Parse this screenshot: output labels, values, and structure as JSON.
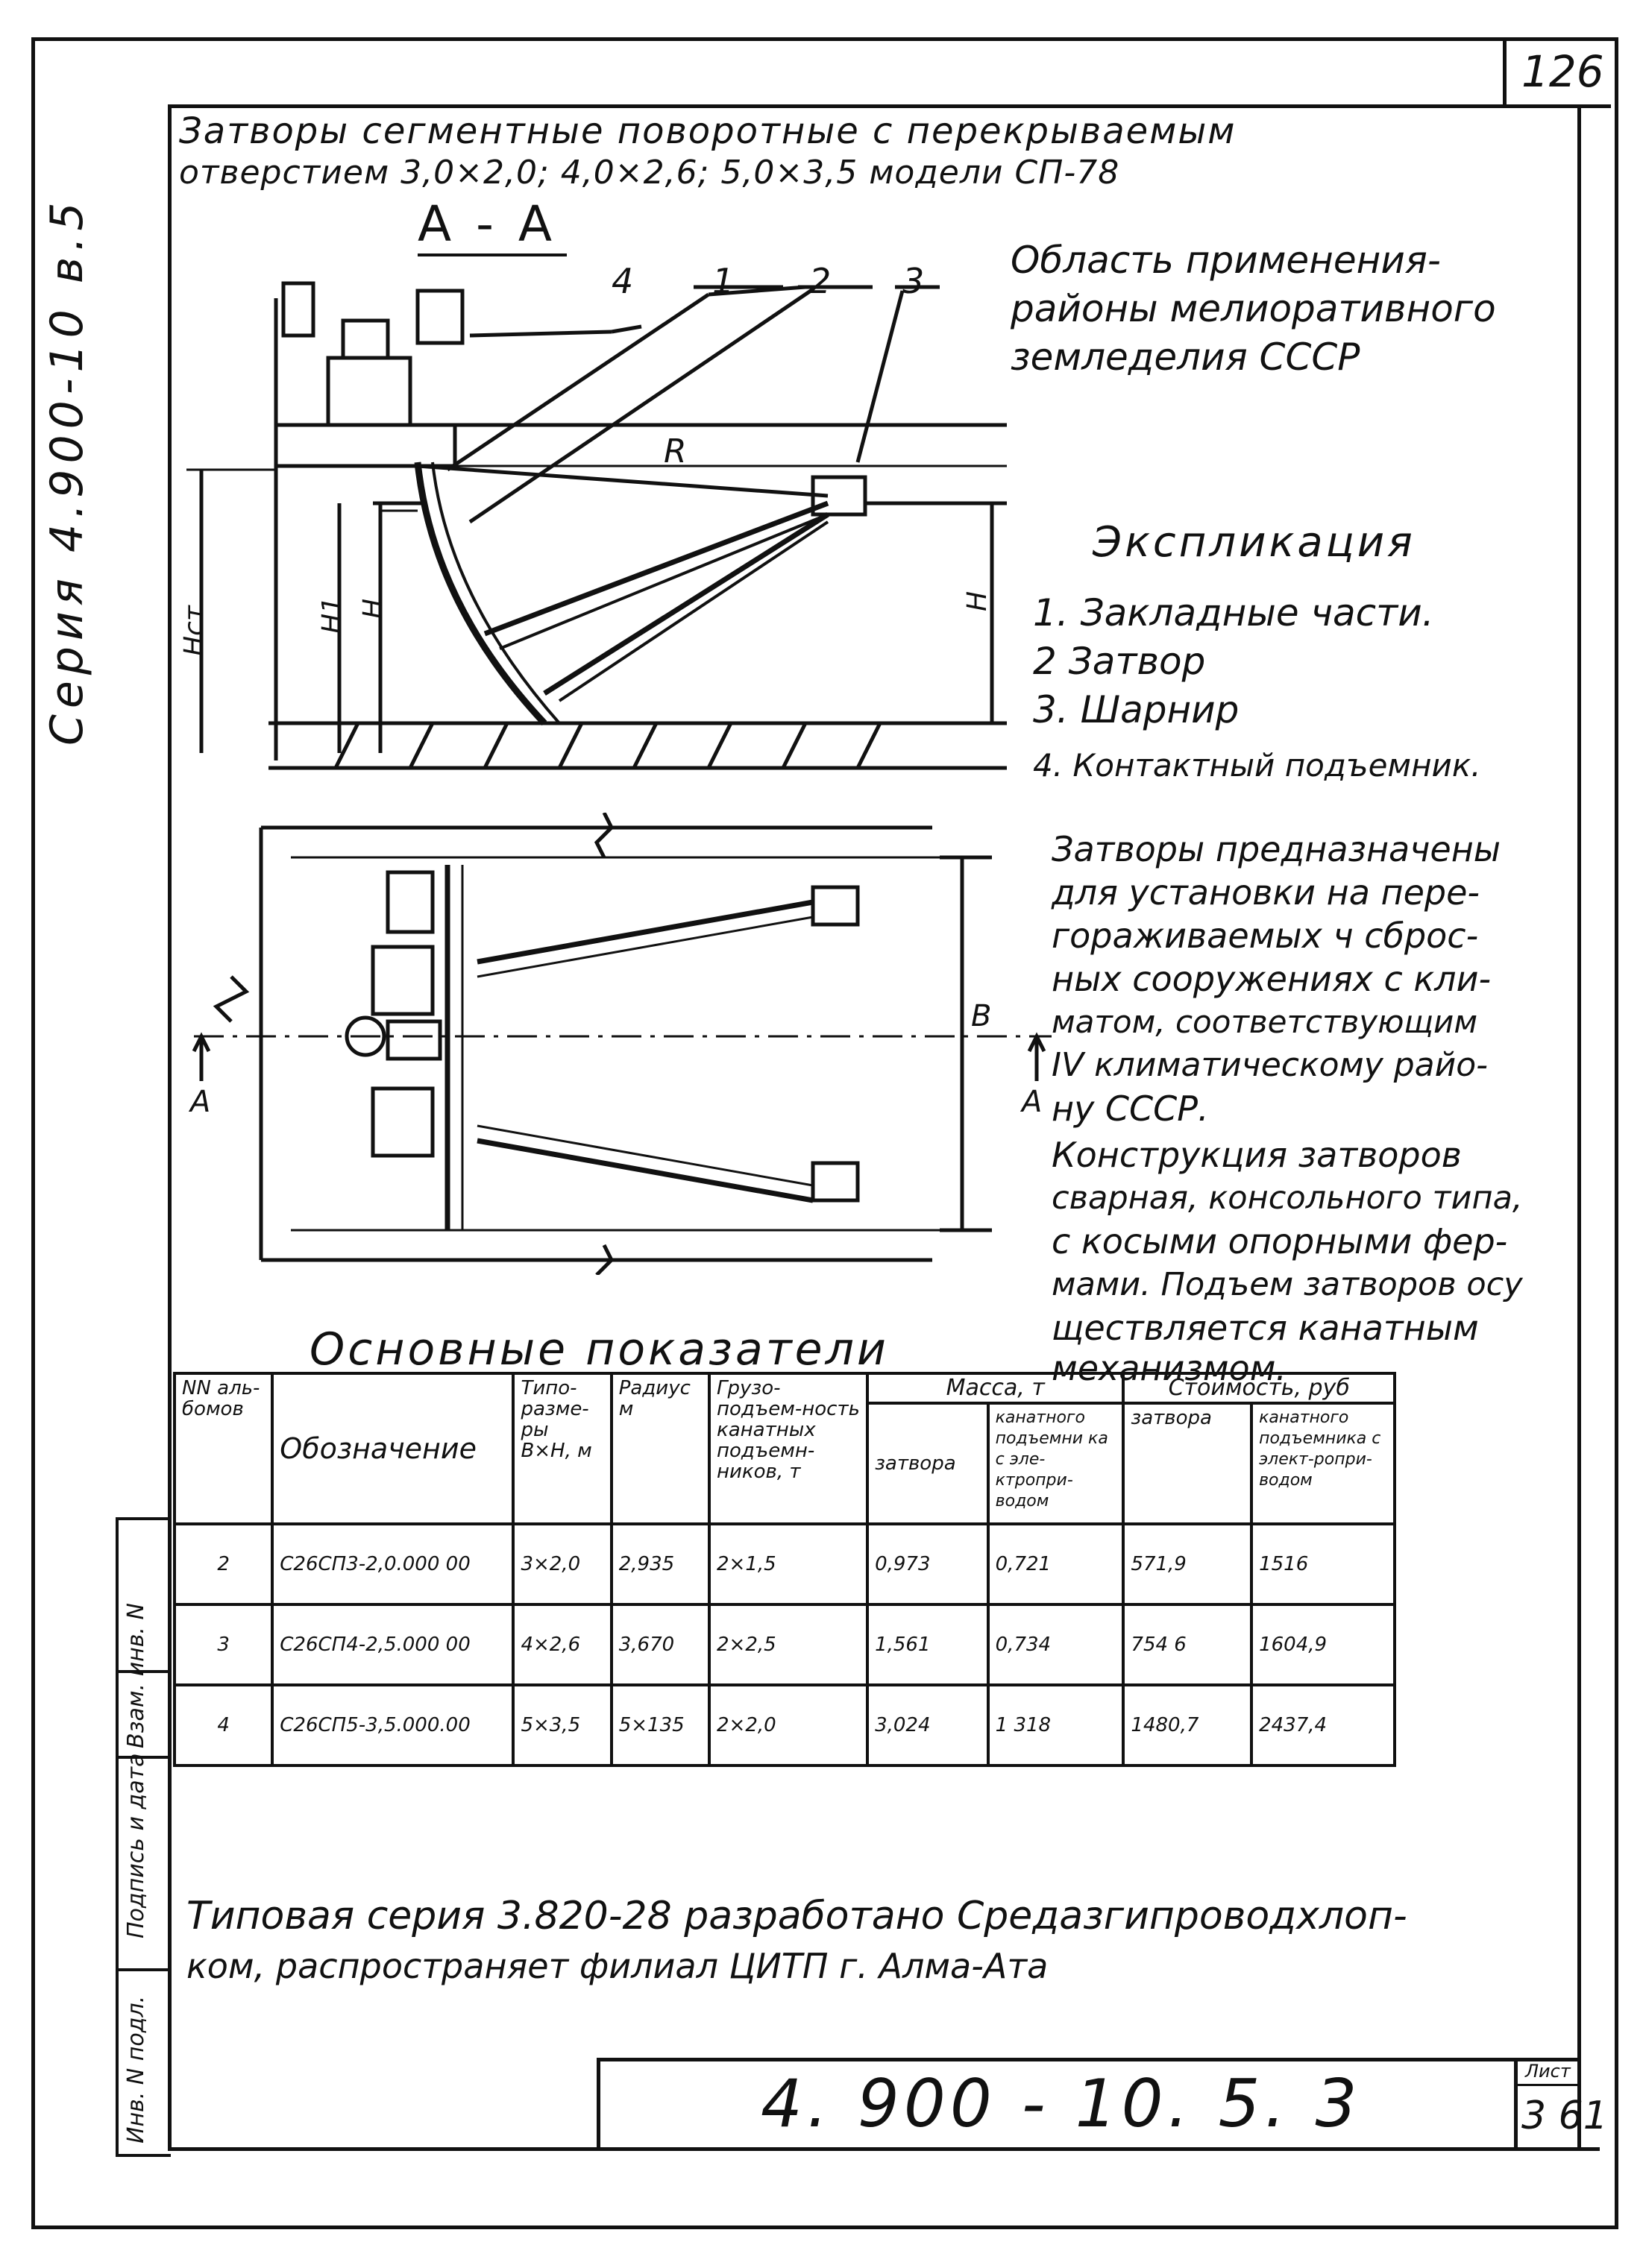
{
  "sheet_number_top": "126",
  "header": {
    "line1": "Затворы сегментные поворотные с перекрываемым",
    "line2": "отверстием 3,0×2,0; 4,0×2,6; 5,0×3,5 модели СП-78"
  },
  "section_label": "А - А",
  "series_side": "Серия 4.900-10 в.5",
  "callouts": [
    "4",
    "1",
    "2",
    "3"
  ],
  "drawing_labels": {
    "R": "R",
    "Hcm": "Нст",
    "H1": "Н1",
    "H": "Н",
    "H_right": "Н",
    "B": "В",
    "A_left": "А",
    "A_right": "А"
  },
  "application": [
    "Область применения-",
    "районы мелиоративного",
    "земледелия СССР"
  ],
  "explication": {
    "title": "Экспликация",
    "items": [
      "1. Закладные части.",
      "2 Затвор",
      "3. Шарнир",
      "4. Контактный подъемник."
    ]
  },
  "notes": [
    "Затворы предназначены",
    "для установки на пере-",
    "гораживаемых ч сброс-",
    "ных сооружениях с кли-",
    "матом, соответствующим",
    "IV климатическому райо-",
    "ну СССР.",
    "Конструкция затворов",
    "сварная, консольного типа,",
    "с косыми опорными фер-",
    "мами. Подъем затворов осу",
    "ществляется канатным",
    "механизмом."
  ],
  "table": {
    "title": "Основные показатели",
    "headers": {
      "nn": "NN аль-бомов",
      "designation": "Обозначение",
      "size": "Типо-разме-ры В×Н, м",
      "radius": "Радиус м",
      "capacity": "Грузо-подъем-ность канатных подъемн-ников, т",
      "mass_group": "Масса, т",
      "mass_gate": "затвора",
      "mass_hoist": "канатного подъемни ка с эле-ктропри-водом",
      "cost_group": "Стоимость, руб",
      "cost_gate": "затвора",
      "cost_hoist": "канатного подъемника с элект-ропри-водом"
    },
    "rows": [
      [
        "2",
        "С26СП3-2,0.000 00",
        "3×2,0",
        "2,935",
        "2×1,5",
        "0,973",
        "0,721",
        "571,9",
        "1516"
      ],
      [
        "3",
        "С26СП4-2,5.000 00",
        "4×2,6",
        "3,670",
        "2×2,5",
        "1,561",
        "0,734",
        "754 6",
        "1604,9"
      ],
      [
        "4",
        "С26СП5-3,5.000.00",
        "5×3,5",
        "5×135",
        "2×2,0",
        "3,024",
        "1 318",
        "1480,7",
        "2437,4"
      ]
    ]
  },
  "footer_note": [
    "Типовая серия 3.820-28 разработано Средазгипроводхлоп-",
    "ком, распространяет филиал ЦИТП г. Алма-Ата"
  ],
  "left_stamp": [
    "Инв. N подл.",
    "Подпись и дата",
    "Взам. инв. N"
  ],
  "title_block": {
    "code": "4. 900 - 10. 5. 3",
    "sheet_label": "Лист",
    "sheet_value": "3 61"
  }
}
